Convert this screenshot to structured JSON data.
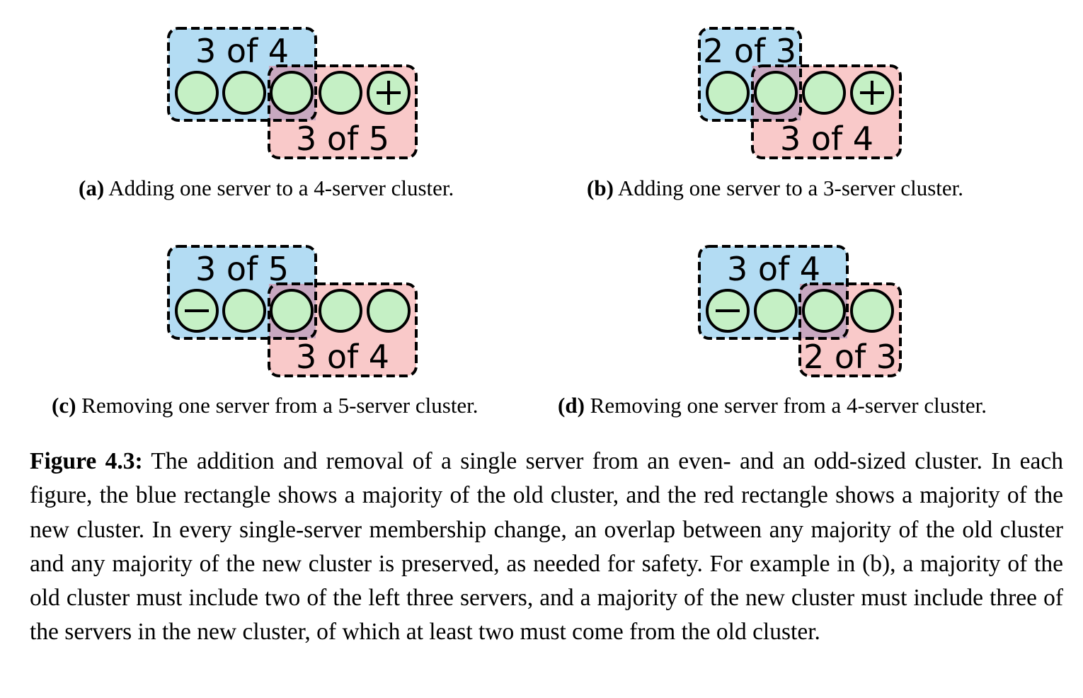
{
  "colors": {
    "old_majority_fill": "#b3dcf3",
    "new_majority_fill": "#f9c9c9",
    "overlap_fill": "#c8a8c0",
    "server_fill": "#c5f0c5",
    "outline": "#000000"
  },
  "panels": [
    {
      "id": "a",
      "old_label": "3 of 4",
      "new_label": "3 of 5",
      "caption_tag": "(a)",
      "caption_text": " Adding one server to a 4-server cluster.",
      "servers": [
        "plain",
        "plain",
        "plain",
        "plain",
        "plus"
      ]
    },
    {
      "id": "b",
      "old_label": "2 of 3",
      "new_label": "3 of 4",
      "caption_tag": "(b)",
      "caption_text": " Adding one server to a 3-server cluster.",
      "servers": [
        "plain",
        "plain",
        "plain",
        "plus"
      ]
    },
    {
      "id": "c",
      "old_label": "3 of 5",
      "new_label": "3 of 4",
      "caption_tag": "(c)",
      "caption_text": " Removing one server from a 5-server cluster.",
      "servers": [
        "minus",
        "plain",
        "plain",
        "plain",
        "plain"
      ]
    },
    {
      "id": "d",
      "old_label": "3 of 4",
      "new_label": "2 of 3",
      "caption_tag": "(d)",
      "caption_text": " Removing one server from a 4-server cluster.",
      "servers": [
        "minus",
        "plain",
        "plain",
        "plain"
      ]
    }
  ],
  "caption": {
    "label": "Figure 4.3:",
    "text": " The addition and removal of a single server from an even- and an odd-sized cluster. In each figure, the blue rectangle shows a majority of the old cluster, and the red rectangle shows a majority of the new cluster. In every single-server membership change, an overlap between any majority of the old cluster and any majority of the new cluster is preserved, as needed for safety. For example in (b), a majority of the old cluster must include two of the left three servers, and a majority of the new cluster must include three of the servers in the new cluster, of which at least two must come from the old cluster."
  }
}
